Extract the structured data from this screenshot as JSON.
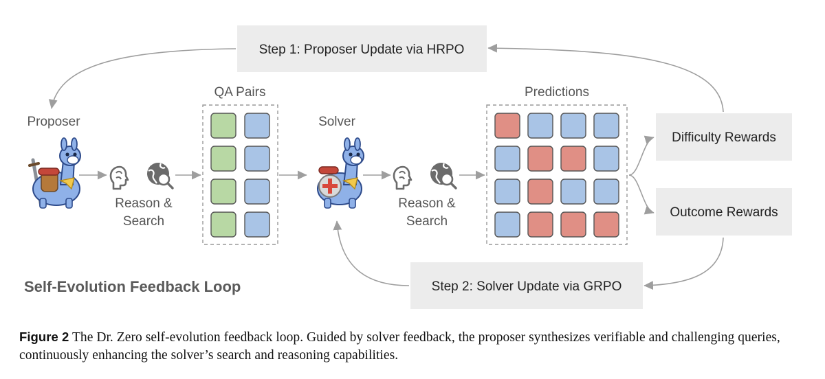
{
  "steps": {
    "step1": "Step 1: Proposer Update via HRPO",
    "step2": "Step 2: Solver Update via GRPO"
  },
  "labels": {
    "proposer": "Proposer",
    "solver": "Solver",
    "qa_pairs": "QA Pairs",
    "predictions": "Predictions",
    "reason_line1": "Reason &",
    "reason_line2": "Search",
    "loop_title": "Self-Evolution Feedback Loop"
  },
  "rewards": {
    "difficulty": "Difficulty Rewards",
    "outcome": "Outcome Rewards"
  },
  "qa_grid": [
    [
      "green",
      "blue"
    ],
    [
      "green",
      "blue"
    ],
    [
      "green",
      "blue"
    ],
    [
      "green",
      "blue"
    ]
  ],
  "prediction_grid": [
    [
      "red",
      "blue",
      "blue",
      "blue"
    ],
    [
      "blue",
      "red",
      "red",
      "blue"
    ],
    [
      "blue",
      "red",
      "blue",
      "blue"
    ],
    [
      "blue",
      "red",
      "red",
      "red"
    ]
  ],
  "colors": {
    "green": "#b8d8a4",
    "blue": "#a9c4e6",
    "red": "#e08f85",
    "arrow": "#9e9e9e",
    "box_fill": "#ececec",
    "icon": "#6b6b6b"
  },
  "caption": {
    "label": "Figure 2",
    "text": "The Dr. Zero self-evolution feedback loop. Guided by solver feedback, the proposer synthesizes verifiable and challenging queries, continuously enhancing the solver’s search and reasoning capabilities."
  }
}
